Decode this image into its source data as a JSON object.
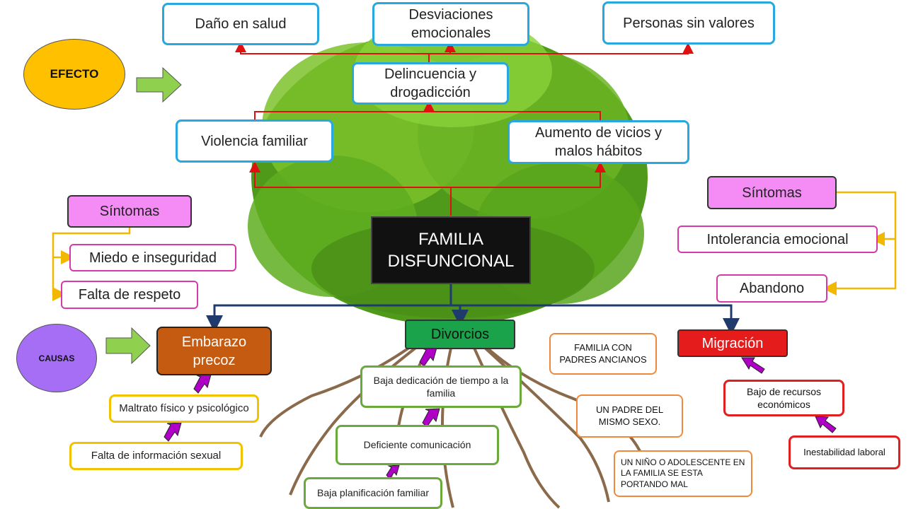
{
  "labels": {
    "efecto": "EFECTO",
    "causas": "CAUSAS",
    "center": "FAMILIA DISFUNCIONAL",
    "sintomas_left": "Síntomas",
    "sintomas_right": "Síntomas"
  },
  "effects": {
    "dano": "Daño en salud",
    "desviaciones": "Desviaciones emocionales",
    "personas": "Personas sin valores",
    "delincuencia": "Delincuencia y drogadicción",
    "violencia": "Violencia familiar",
    "aumento": "Aumento de vicios y malos hábitos"
  },
  "symptoms_left": [
    "Miedo e inseguridad",
    "Falta de respeto"
  ],
  "symptoms_right": [
    "Intolerancia emocional",
    "Abandono"
  ],
  "causes": {
    "embarazo": "Embarazo precoz",
    "divorcios": "Divorcios",
    "migracion": "Migración",
    "maltrato": "Maltrato  físico y psicológico",
    "falta_info": "Falta de información sexual",
    "baja_dedicacion": "Baja dedicación de tiempo  a la familia",
    "deficiente": "Deficiente comunicación",
    "baja_planificacion": "Baja planificación familiar",
    "bajo_recursos": "Bajo de recursos económicos",
    "inestabilidad": "Inestabilidad laboral"
  },
  "notes": {
    "ancianos": "FAMILIA CON PADRES ANCIANOS",
    "mismo_sexo": "UN PADRE DEL MISMO  SEXO.",
    "nino": "UN NIÑO O ADOLESCENTE EN LA FAMILIA SE ESTA PORTANDO MAL"
  },
  "colors": {
    "efecto": "#ffc000",
    "causas": "#a56ef5",
    "arrow_green": "#8fd14f",
    "arrow_purple": "#b000c8",
    "embarazo": "#c55a11",
    "divorcios": "#1aa34a",
    "migracion": "#e51c1c",
    "center": "#111111",
    "tree": "#5aa21e"
  }
}
